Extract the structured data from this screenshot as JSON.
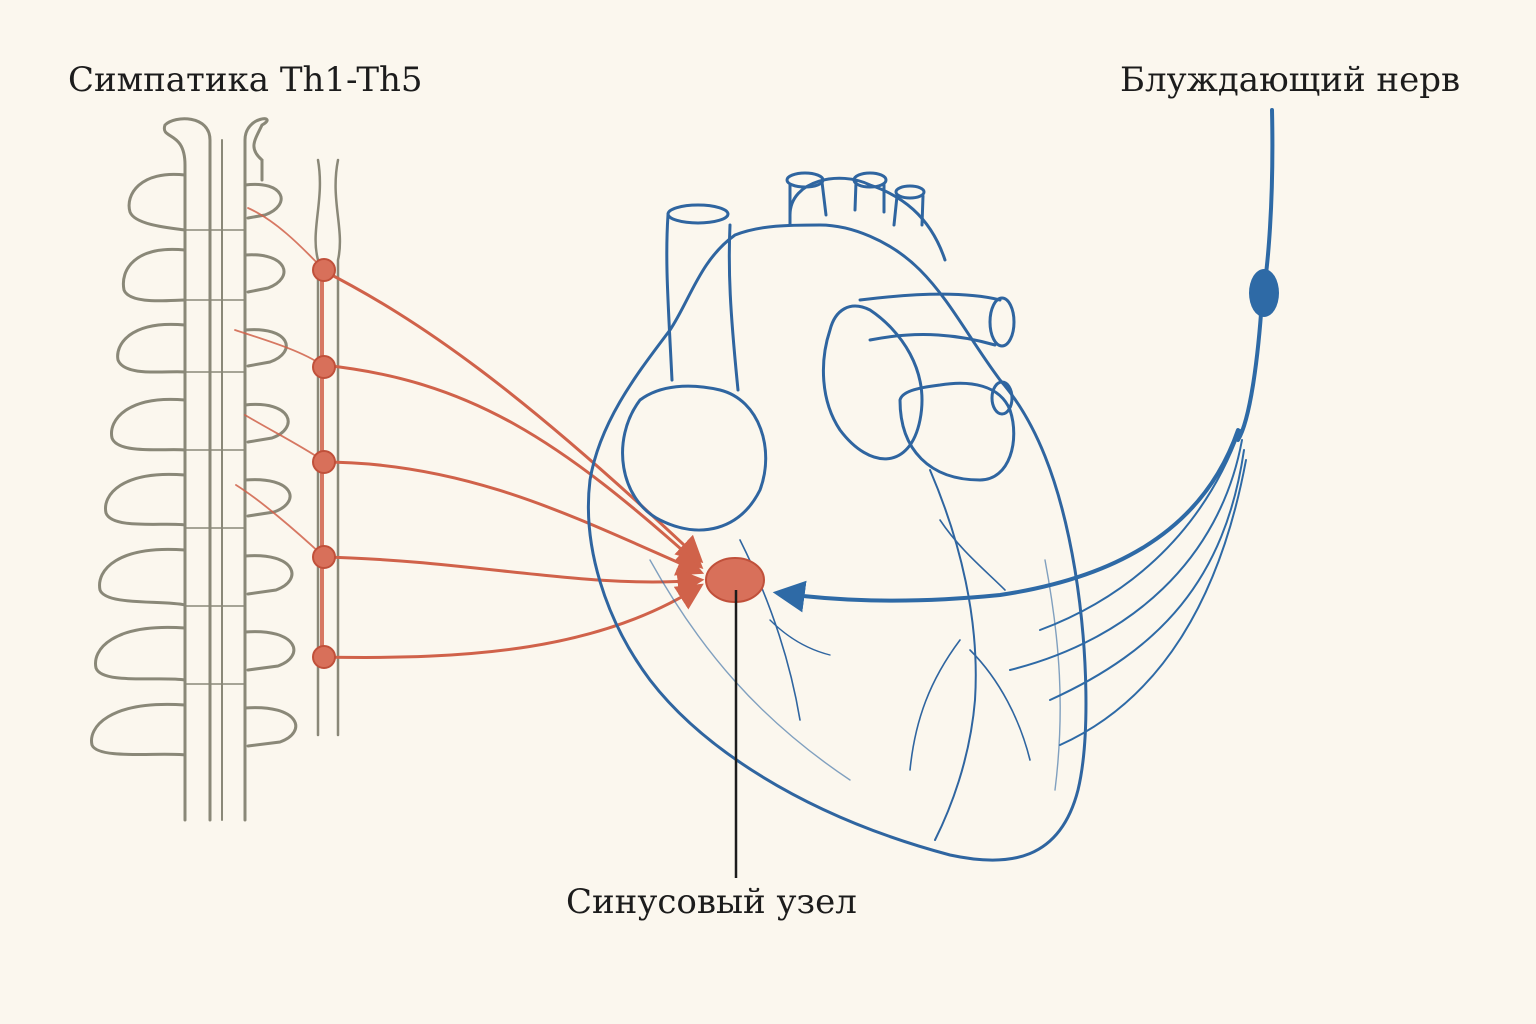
{
  "labels": {
    "sympathetic": "Симпатика Th1-Th5",
    "vagus": "Блуждающий нерв",
    "sinus_node": "Синусовый узел"
  },
  "colors": {
    "background": "#fbf7ee",
    "sympathetic": "#d0624a",
    "vagus": "#2e6aa6",
    "spine": "#8a8878",
    "heart_outline": "#2f65a0",
    "text": "#1c1c1c"
  }
}
